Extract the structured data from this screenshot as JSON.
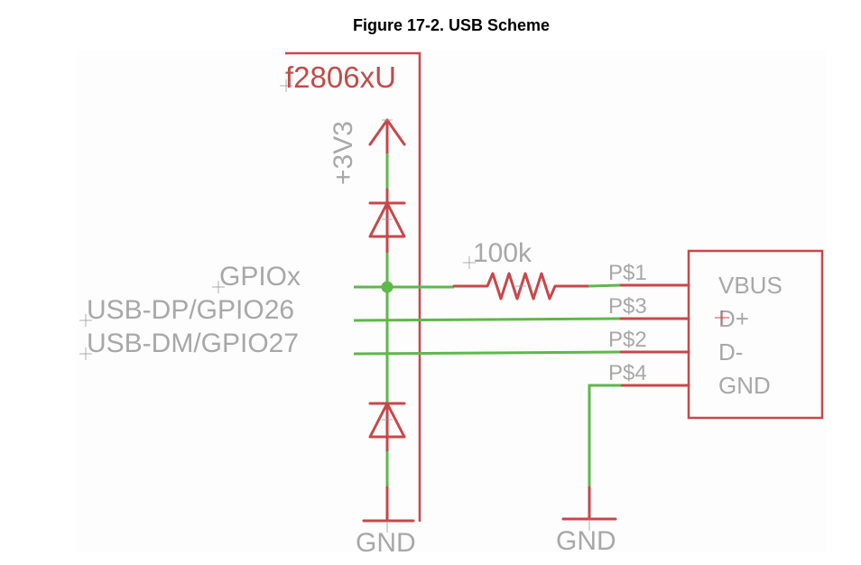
{
  "figure": {
    "caption": "Figure 17-2. USB Scheme"
  },
  "schematic": {
    "mcu_name": "f2806xU",
    "supply_label": "+3V3",
    "net_labels": {
      "gpiox": "GPIOx",
      "usb_dp": "USB-DP/GPIO26",
      "usb_dm": "USB-DM/GPIO27"
    },
    "resistor_value": "100k",
    "connector_pins": [
      "P$1",
      "P$3",
      "P$2",
      "P$4"
    ],
    "connector_labels": [
      "VBUS",
      "D+",
      "D-",
      "GND"
    ],
    "ground_labels": [
      "GND",
      "GND"
    ],
    "colors": {
      "wire": "#5fb84a",
      "component": "#c8474a",
      "label": "#a8a8a8",
      "canvas": "#fdfdfd"
    }
  }
}
